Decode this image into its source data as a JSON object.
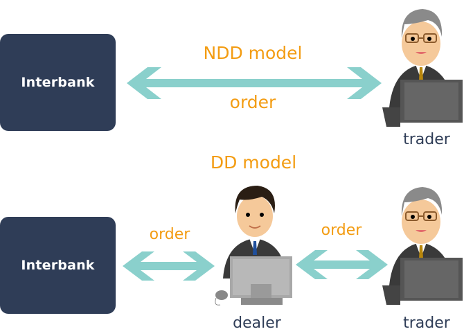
{
  "ndd": {
    "title": "NDD model",
    "interbank_label": "Interbank",
    "arrow_label": "order",
    "trader_label": "trader"
  },
  "dd": {
    "title": "DD model",
    "interbank_label": "Interbank",
    "left_arrow_label": "order",
    "right_arrow_label": "order",
    "dealer_label": "dealer",
    "trader_label": "trader"
  },
  "colors": {
    "box": "#2f3d57",
    "accent_text": "#f39c12",
    "arrow": "#8ad0cc",
    "caption": "#2f3d57"
  }
}
